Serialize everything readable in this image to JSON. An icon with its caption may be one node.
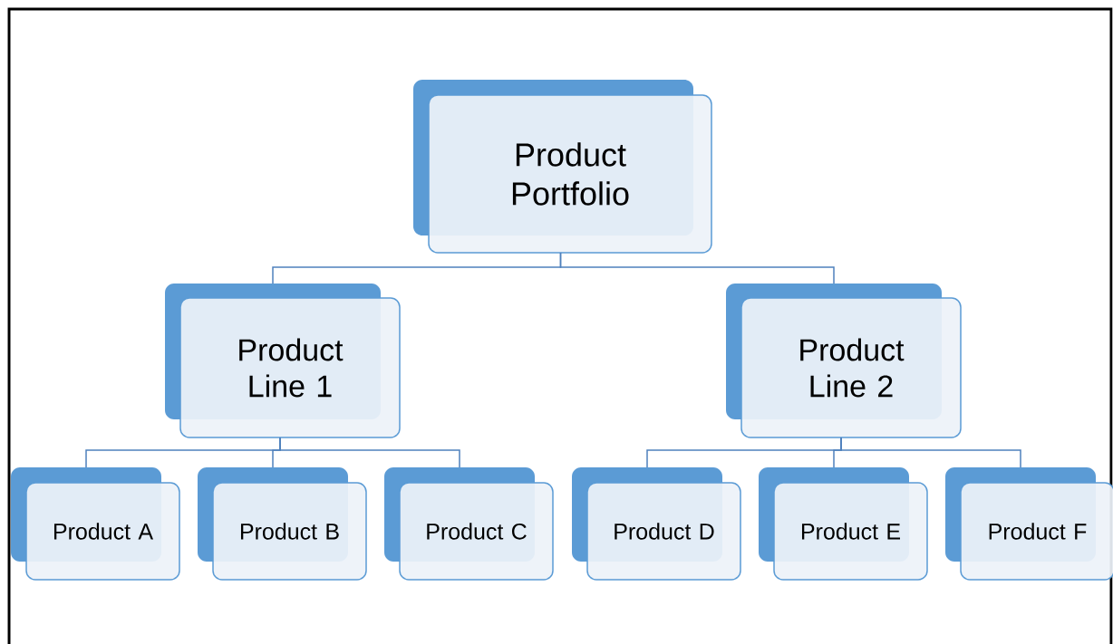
{
  "diagram": {
    "nodes": [
      {
        "text": [
          "Product Portfolio"
        ]
      },
      {
        "text": [
          "Product Line 1"
        ]
      },
      {
        "text": [
          "Product Line 2"
        ]
      },
      {
        "text": [
          "Product A"
        ]
      },
      {
        "text": [
          "Product B"
        ]
      },
      {
        "text": [
          "Product C"
        ]
      },
      {
        "text": [
          "Product D"
        ]
      },
      {
        "text": [
          "Product E"
        ]
      },
      {
        "text": [
          "Product F"
        ]
      }
    ],
    "edges": [
      {
        "from": 0,
        "to": 1,
        "arrow": "none"
      },
      {
        "from": 0,
        "to": 2,
        "arrow": "none"
      },
      {
        "from": 1,
        "to": 3,
        "arrow": "none"
      },
      {
        "from": 1,
        "to": 4,
        "arrow": "none"
      },
      {
        "from": 1,
        "to": 5,
        "arrow": "none"
      },
      {
        "from": 2,
        "to": 6,
        "arrow": "none"
      },
      {
        "from": 2,
        "to": 7,
        "arrow": "none"
      },
      {
        "from": 2,
        "to": 8,
        "arrow": "none"
      }
    ]
  }
}
